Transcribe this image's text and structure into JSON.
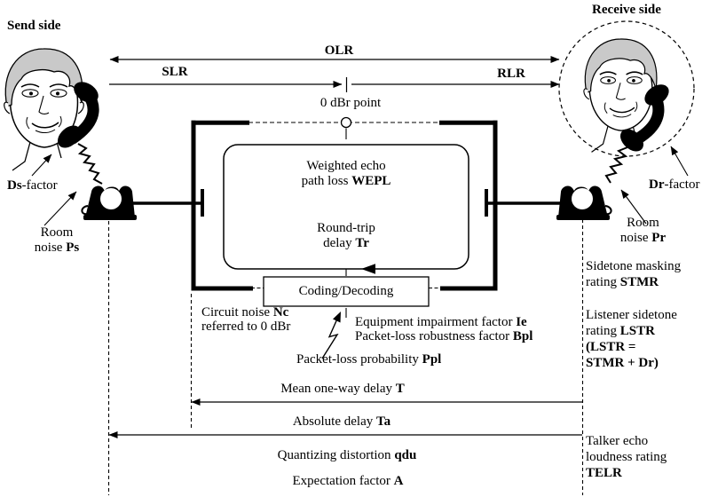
{
  "labels": {
    "send_side": "Send side",
    "receive_side": "Receive side",
    "olr": "OLR",
    "slr": "SLR",
    "rlr": "RLR",
    "zero_dbr": "0 dBr point",
    "ds_bold": "Ds",
    "ds_rest": "-factor",
    "dr_bold": "Dr",
    "dr_rest": "-factor",
    "room_s": "Room",
    "noise_s_pre": "noise ",
    "noise_s_bold": "Ps",
    "room_r": "Room",
    "noise_r_pre": "noise ",
    "noise_r_bold": "Pr",
    "wepl_l1": "Weighted echo",
    "wepl_l2_pre": "path loss ",
    "wepl_bold": "WEPL",
    "rt_l1": "Round-trip",
    "rt_l2_pre": "delay ",
    "rt_bold": "Tr",
    "codec": "Coding/Decoding",
    "nc_pre": "Circuit noise ",
    "nc_bold": "Nc",
    "nc_l2": "referred to 0 dBr",
    "ie_pre": "Equipment impairment factor ",
    "ie_bold": "Ie",
    "bpl_pre": "Packet-loss robustness factor ",
    "bpl_bold": "Bpl",
    "ppl_pre": "Packet-loss probability ",
    "ppl_bold": "Ppl",
    "t_pre": "Mean one-way delay ",
    "t_bold": "T",
    "ta_pre": "Absolute delay ",
    "ta_bold": "Ta",
    "qdu_pre": "Quantizing distortion ",
    "qdu_bold": "qdu",
    "a_pre": "Expectation factor ",
    "a_bold": "A",
    "stmr_l1": "Sidetone masking",
    "stmr_l2_pre": "rating ",
    "stmr_bold": "STMR",
    "lstr_l1": "Listener sidetone",
    "lstr_l2_pre": "rating ",
    "lstr_bold": "LSTR",
    "lstr_l3_bold": "(LSTR =",
    "lstr_l4_bold": "STMR + Dr)",
    "telr_l1": "Talker echo",
    "telr_l2": "loudness rating",
    "telr_bold": "TELR"
  },
  "colors": {
    "ink": "#000000",
    "hair": "#c9c9c9",
    "background": "#ffffff"
  }
}
